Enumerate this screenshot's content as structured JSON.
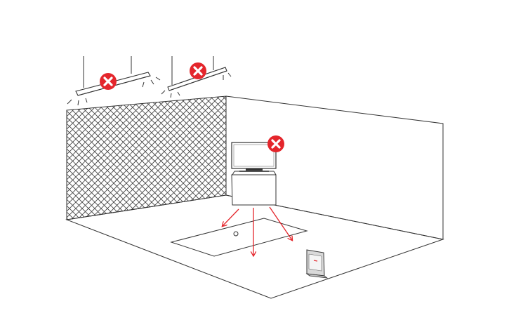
{
  "colors": {
    "line": "#333333",
    "accent_red": "#e4262c",
    "mesh": "#444444",
    "background": "#ffffff",
    "device_body": "#d9d9d9",
    "device_screen": "#f4f4f4"
  },
  "icons": {
    "prohibited": "x-circle-icon",
    "light": "ceiling-light-icon",
    "tv": "television-icon",
    "device": "standalone-device-icon"
  },
  "status": {
    "ceiling_light_left": "prohibited",
    "ceiling_light_right": "prohibited",
    "tv": "prohibited"
  }
}
